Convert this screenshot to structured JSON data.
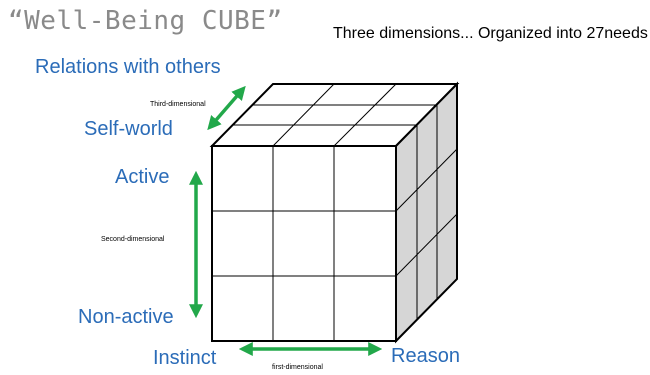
{
  "title": "“Well-Being CUBE”",
  "subtitle": "Three dimensions... Organized into 27needs",
  "axes": {
    "third": {
      "top_label": "Relations with others",
      "bottom_label": "Self-world",
      "caption": "Third-dimensional"
    },
    "second": {
      "top_label": "Active",
      "bottom_label": "Non-active",
      "caption": "Second-dimensional"
    },
    "first": {
      "left_label": "Instinct",
      "right_label": "Reason",
      "caption": "first-dimensional"
    }
  },
  "colors": {
    "arrow": "#22a84a",
    "label": "#2b6cb8",
    "cube_side": "#d6d6d6",
    "cube_edge": "#000000"
  }
}
